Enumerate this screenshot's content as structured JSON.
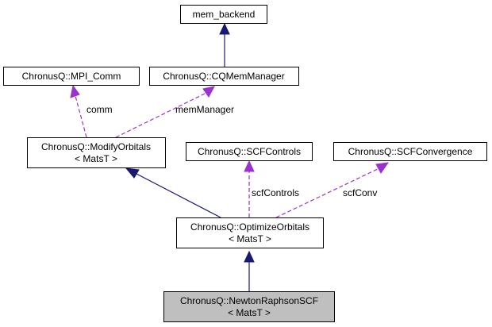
{
  "nodes": {
    "mem_backend": {
      "lines": [
        "mem_backend"
      ]
    },
    "mpi_comm": {
      "lines": [
        "ChronusQ::MPI_Comm"
      ]
    },
    "cqmemmanager": {
      "lines": [
        "ChronusQ::CQMemManager"
      ]
    },
    "modifyorbitals": {
      "lines": [
        "ChronusQ::ModifyOrbitals",
        "< MatsT >"
      ]
    },
    "scfcontrols": {
      "lines": [
        "ChronusQ::SCFControls"
      ]
    },
    "scfconvergence": {
      "lines": [
        "ChronusQ::SCFConvergence"
      ]
    },
    "optimizeorbitals": {
      "lines": [
        "ChronusQ::OptimizeOrbitals",
        "< MatsT >"
      ]
    },
    "newtonraphsonscf": {
      "lines": [
        "ChronusQ::NewtonRaphsonSCF",
        "< MatsT >"
      ]
    }
  },
  "edges": {
    "comm": "comm",
    "memManager": "memManager",
    "scfControls": "scfControls",
    "scfConv": "scfConv"
  },
  "colors": {
    "inheritance": "#191970",
    "usage": "#9a32cd",
    "current_node_fill": "#bfbfbf"
  }
}
